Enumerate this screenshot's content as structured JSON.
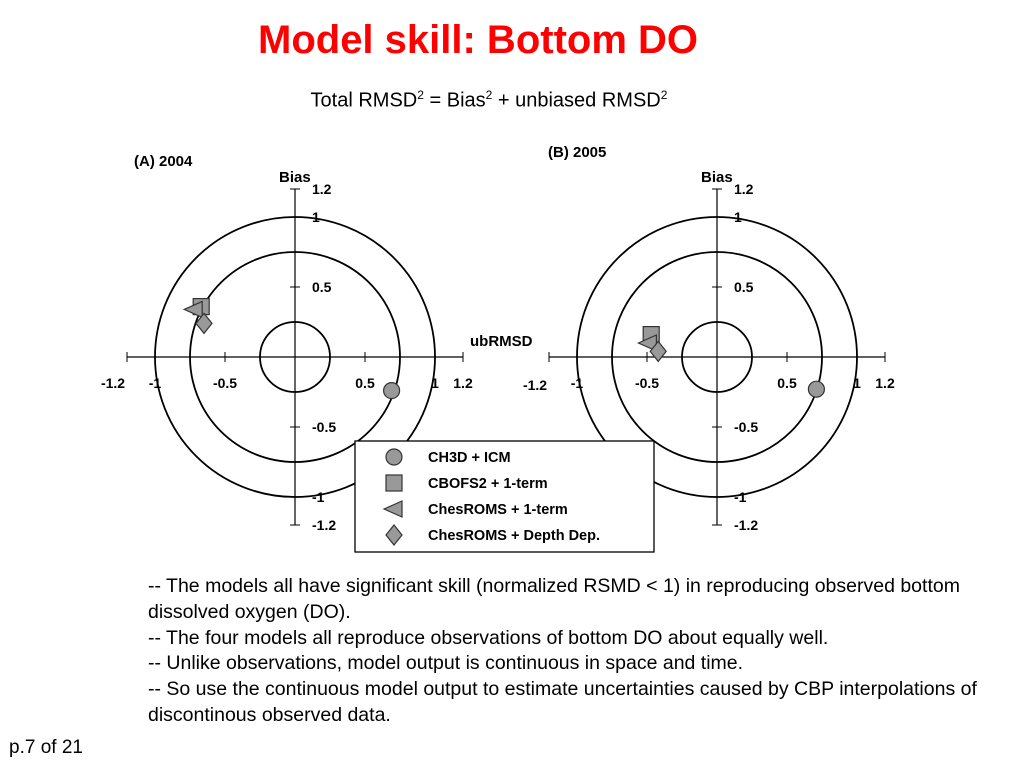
{
  "slide": {
    "title": "Model skill: Bottom DO",
    "formula": {
      "part1": "Total RMSD",
      "sup1": "2",
      "part2": " = Bias",
      "sup2": "2",
      "part3": " + unbiased RMSD",
      "sup3": "2"
    },
    "notes": [
      "-- The models all have significant skill (normalized RSMD < 1) in reproducing observed bottom dissolved oxygen (DO).",
      "-- The four models all reproduce observations of bottom DO about equally well.",
      "-- Unlike observations, model output is continuous in space and time.",
      "-- So use the continuous model output to estimate uncertainties caused by CBP interpolations of discontinous observed data."
    ],
    "page_number": "p.7 of 21"
  },
  "colors": {
    "title": "#ff0000",
    "marker_fill": "#999999",
    "marker_stroke": "#333333"
  },
  "chart_data": [
    {
      "type": "scatter",
      "title": "(A) 2004",
      "xlabel": "ubRMSD",
      "ylabel": "Bias",
      "xlim": [
        -1.2,
        1.2
      ],
      "ylim": [
        -1.2,
        1.2
      ],
      "circles": [
        0.25,
        0.75,
        1.0
      ],
      "xticks": [
        {
          "v": -1.2,
          "label": "-1.2"
        },
        {
          "v": -1.0,
          "label": "-1"
        },
        {
          "v": -0.5,
          "label": "-0.5"
        },
        {
          "v": 0.5,
          "label": "0.5"
        },
        {
          "v": 1.0,
          "label": "1"
        },
        {
          "v": 1.2,
          "label": "1.2"
        }
      ],
      "yticks": [
        {
          "v": 1.2,
          "label": "1.2"
        },
        {
          "v": 1.0,
          "label": "1"
        },
        {
          "v": 0.5,
          "label": "0.5"
        },
        {
          "v": -0.5,
          "label": "-0.5"
        },
        {
          "v": -1.0,
          "label": "-1"
        },
        {
          "v": -1.2,
          "label": "-1.2"
        }
      ],
      "series": [
        {
          "name": "CH3D + ICM",
          "marker": "circle",
          "x": 0.69,
          "y": -0.24
        },
        {
          "name": "CBOFS2 + 1-term",
          "marker": "square",
          "x": -0.67,
          "y": 0.36
        },
        {
          "name": "ChesROMS + 1-term",
          "marker": "triangle-left",
          "x": -0.72,
          "y": 0.34
        },
        {
          "name": "ChesROMS + Depth Dep.",
          "marker": "diamond",
          "x": -0.65,
          "y": 0.24
        }
      ]
    },
    {
      "type": "scatter",
      "title": "(B) 2005",
      "xlabel": "",
      "ylabel": "Bias",
      "xlim": [
        -1.2,
        1.2
      ],
      "ylim": [
        -1.2,
        1.2
      ],
      "circles": [
        0.25,
        0.75,
        1.0
      ],
      "xticks": [
        {
          "v": -1.2,
          "label": "-1.2"
        },
        {
          "v": -1.0,
          "label": "-1"
        },
        {
          "v": -0.5,
          "label": "-0.5"
        },
        {
          "v": 0.5,
          "label": "0.5"
        },
        {
          "v": 1.0,
          "label": "1"
        },
        {
          "v": 1.2,
          "label": "1.2"
        }
      ],
      "yticks": [
        {
          "v": 1.2,
          "label": "1.2"
        },
        {
          "v": 1.0,
          "label": "1"
        },
        {
          "v": 0.5,
          "label": "0.5"
        },
        {
          "v": -0.5,
          "label": "-0.5"
        },
        {
          "v": -1.0,
          "label": "-1"
        },
        {
          "v": -1.2,
          "label": "-1.2"
        }
      ],
      "series": [
        {
          "name": "CH3D + ICM",
          "marker": "circle",
          "x": 0.71,
          "y": -0.23
        },
        {
          "name": "CBOFS2 + 1-term",
          "marker": "square",
          "x": -0.47,
          "y": 0.16
        },
        {
          "name": "ChesROMS + 1-term",
          "marker": "triangle-left",
          "x": -0.49,
          "y": 0.1
        },
        {
          "name": "ChesROMS + Depth Dep.",
          "marker": "diamond",
          "x": -0.42,
          "y": 0.04
        }
      ]
    }
  ],
  "legend": {
    "placement": "bottom-center",
    "items": [
      {
        "label": "CH3D + ICM",
        "marker": "circle"
      },
      {
        "label": "CBOFS2 + 1-term",
        "marker": "square"
      },
      {
        "label": "ChesROMS + 1-term",
        "marker": "triangle-left"
      },
      {
        "label": "ChesROMS + Depth Dep.",
        "marker": "diamond"
      }
    ]
  }
}
